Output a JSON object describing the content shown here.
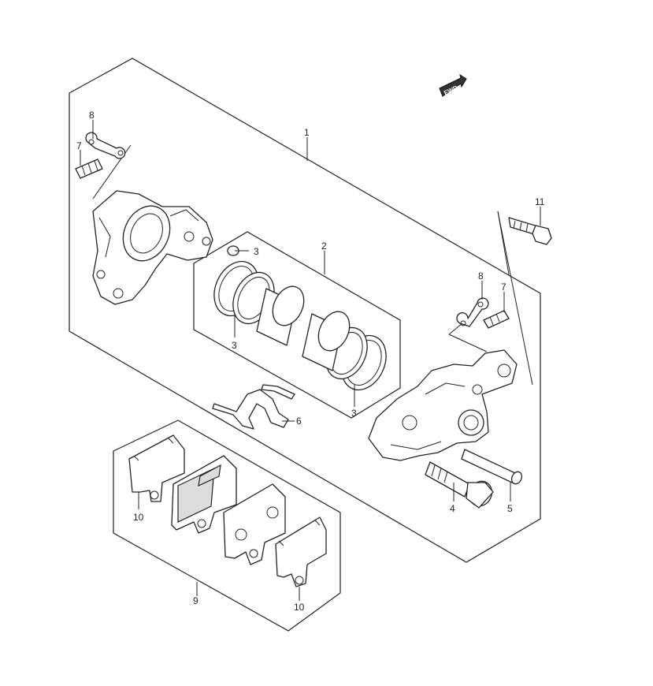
{
  "fwd_badge": "FWD",
  "labels": {
    "p1": "1",
    "p2": "2",
    "p3a": "3",
    "p3b": "3",
    "p3c": "3",
    "p4": "4",
    "p5": "5",
    "p6": "6",
    "p7a": "7",
    "p7b": "7",
    "p8a": "8",
    "p8b": "8",
    "p9": "9",
    "p10a": "10",
    "p10b": "10",
    "p11": "11"
  },
  "colors": {
    "line": "#222222",
    "shade": "#dcdcdc",
    "background": "#ffffff"
  }
}
